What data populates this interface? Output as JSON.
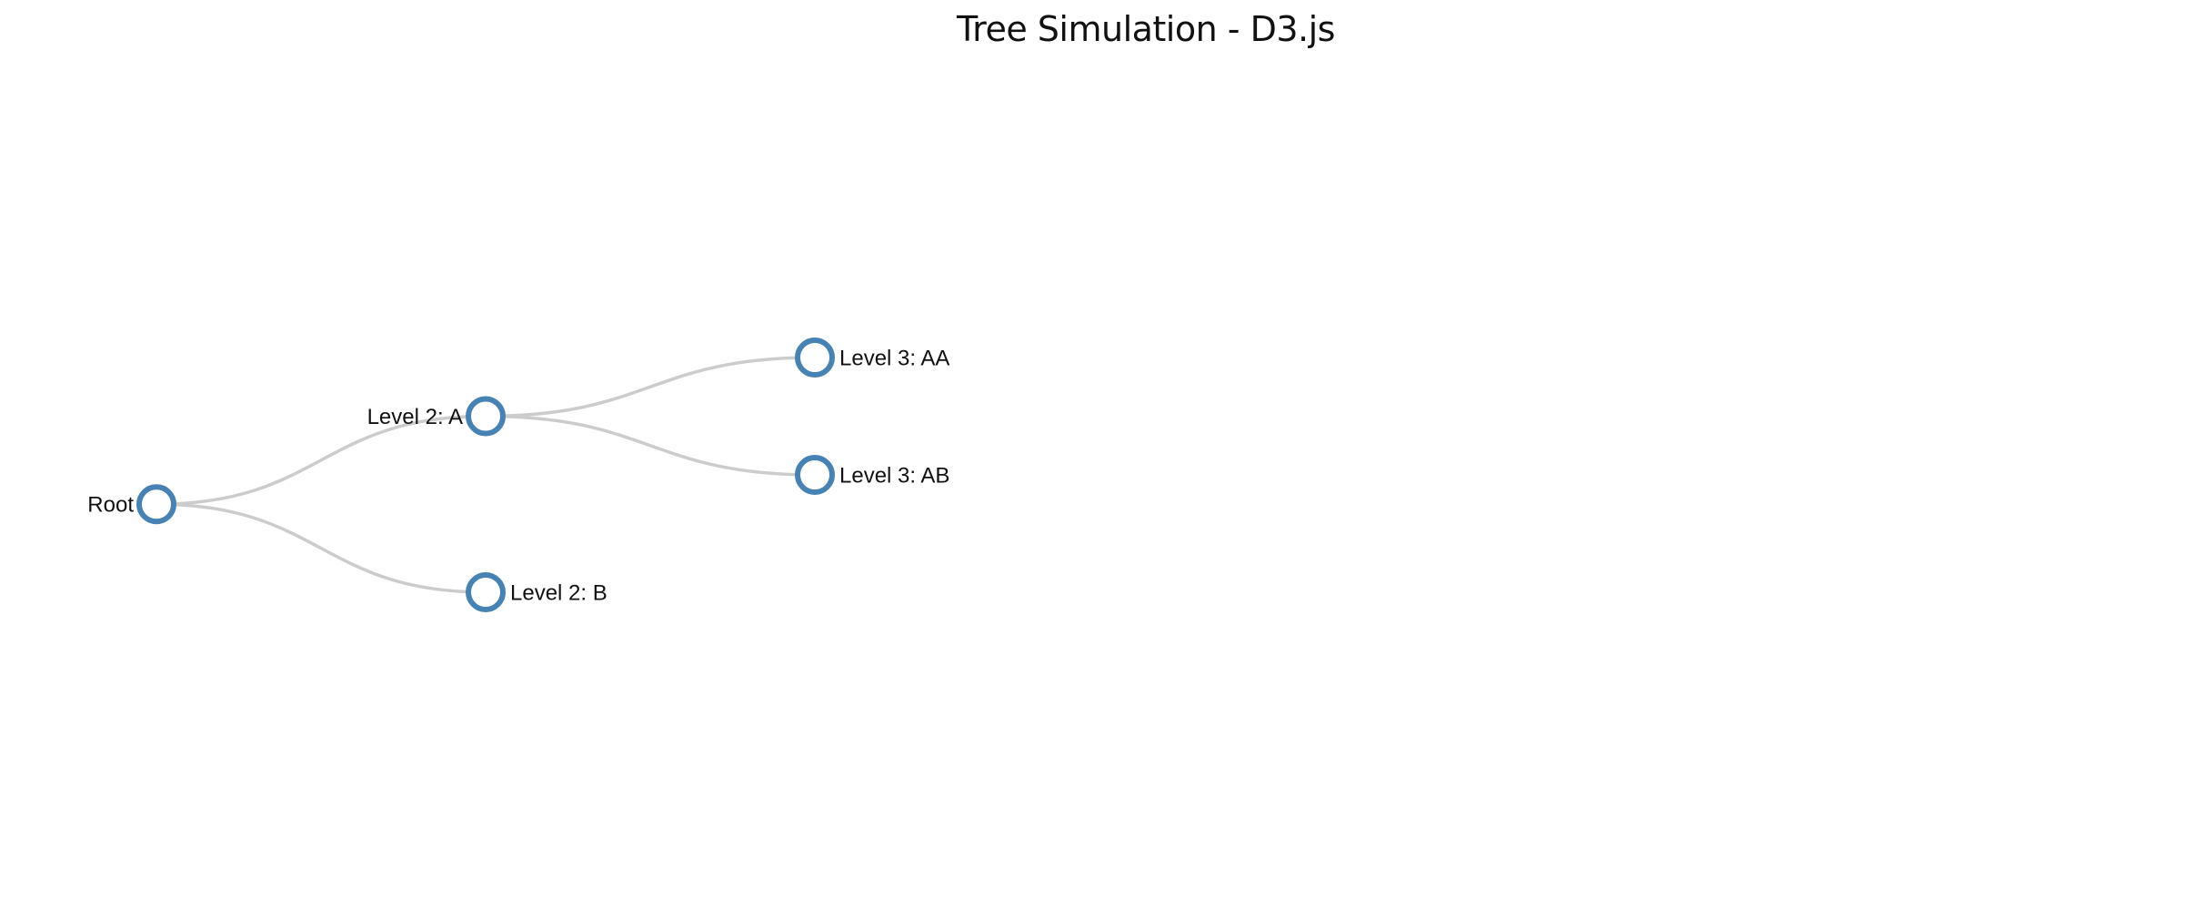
{
  "page": {
    "title": "Tree Simulation - D3.js"
  },
  "colors": {
    "node_stroke": "#4682b4",
    "node_fill": "#ffffff",
    "link_stroke": "#cccccc",
    "label_text": "#111111"
  },
  "tree": {
    "name": "Root",
    "children": [
      {
        "name": "Level 2: A",
        "children": [
          {
            "name": "Level 3: AA"
          },
          {
            "name": "Level 3: AB"
          }
        ]
      },
      {
        "name": "Level 2: B"
      }
    ]
  }
}
